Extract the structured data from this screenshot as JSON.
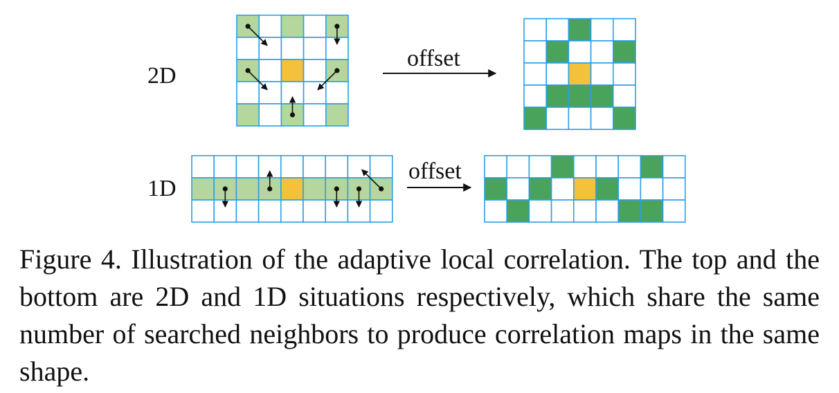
{
  "labels": {
    "row_2d": "2D",
    "row_1d": "1D",
    "offset_2d": "offset",
    "offset_1d": "offset"
  },
  "caption": "Figure 4. Illustration of the adaptive local correlation. The top and the bottom are 2D and 1D situations respectively, which share the same number of searched neighbors to produce correlation maps in the same shape.",
  "colors": {
    "grid_line": "#2b9fe6",
    "searched": "#b5d79d",
    "center": "#f5c03a",
    "offset_result": "#4aa35a",
    "arrow": "#111111"
  },
  "grids": {
    "g2d_before": {
      "rows": 5,
      "cols": 5,
      "searched": [
        [
          0,
          0
        ],
        [
          0,
          2
        ],
        [
          0,
          4
        ],
        [
          2,
          0
        ],
        [
          2,
          4
        ],
        [
          4,
          0
        ],
        [
          4,
          2
        ],
        [
          4,
          4
        ]
      ],
      "center": [
        [
          2,
          2
        ]
      ],
      "arrows": [
        {
          "from": [
            0,
            0
          ],
          "to": [
            1,
            1
          ]
        },
        {
          "from": [
            0,
            4
          ],
          "to": [
            1,
            4
          ]
        },
        {
          "from": [
            2,
            0
          ],
          "to": [
            3,
            1
          ]
        },
        {
          "from": [
            2,
            4
          ],
          "to": [
            3,
            3
          ]
        },
        {
          "from": [
            4,
            2
          ],
          "to": [
            3,
            2
          ]
        }
      ]
    },
    "g2d_after": {
      "rows": 5,
      "cols": 5,
      "result": [
        [
          0,
          2
        ],
        [
          1,
          1
        ],
        [
          1,
          4
        ],
        [
          3,
          1
        ],
        [
          3,
          2
        ],
        [
          3,
          3
        ],
        [
          4,
          0
        ],
        [
          4,
          4
        ]
      ],
      "center": [
        [
          2,
          2
        ]
      ]
    },
    "g1d_before": {
      "rows": 3,
      "cols": 9,
      "searched": [
        [
          1,
          0
        ],
        [
          1,
          1
        ],
        [
          1,
          2
        ],
        [
          1,
          3
        ],
        [
          1,
          5
        ],
        [
          1,
          6
        ],
        [
          1,
          7
        ],
        [
          1,
          8
        ]
      ],
      "center": [
        [
          1,
          4
        ]
      ],
      "arrows": [
        {
          "from": [
            1,
            1
          ],
          "to": [
            2,
            1
          ]
        },
        {
          "from": [
            1,
            3
          ],
          "to": [
            0,
            3
          ]
        },
        {
          "from": [
            1,
            6
          ],
          "to": [
            2,
            6
          ]
        },
        {
          "from": [
            1,
            7
          ],
          "to": [
            2,
            7
          ]
        },
        {
          "from": [
            1,
            8
          ],
          "to": [
            0,
            7
          ]
        }
      ]
    },
    "g1d_after": {
      "rows": 3,
      "cols": 9,
      "result": [
        [
          0,
          3
        ],
        [
          0,
          7
        ],
        [
          1,
          0
        ],
        [
          1,
          2
        ],
        [
          1,
          5
        ],
        [
          2,
          1
        ],
        [
          2,
          6
        ],
        [
          2,
          7
        ]
      ],
      "center": [
        [
          1,
          4
        ]
      ]
    }
  }
}
